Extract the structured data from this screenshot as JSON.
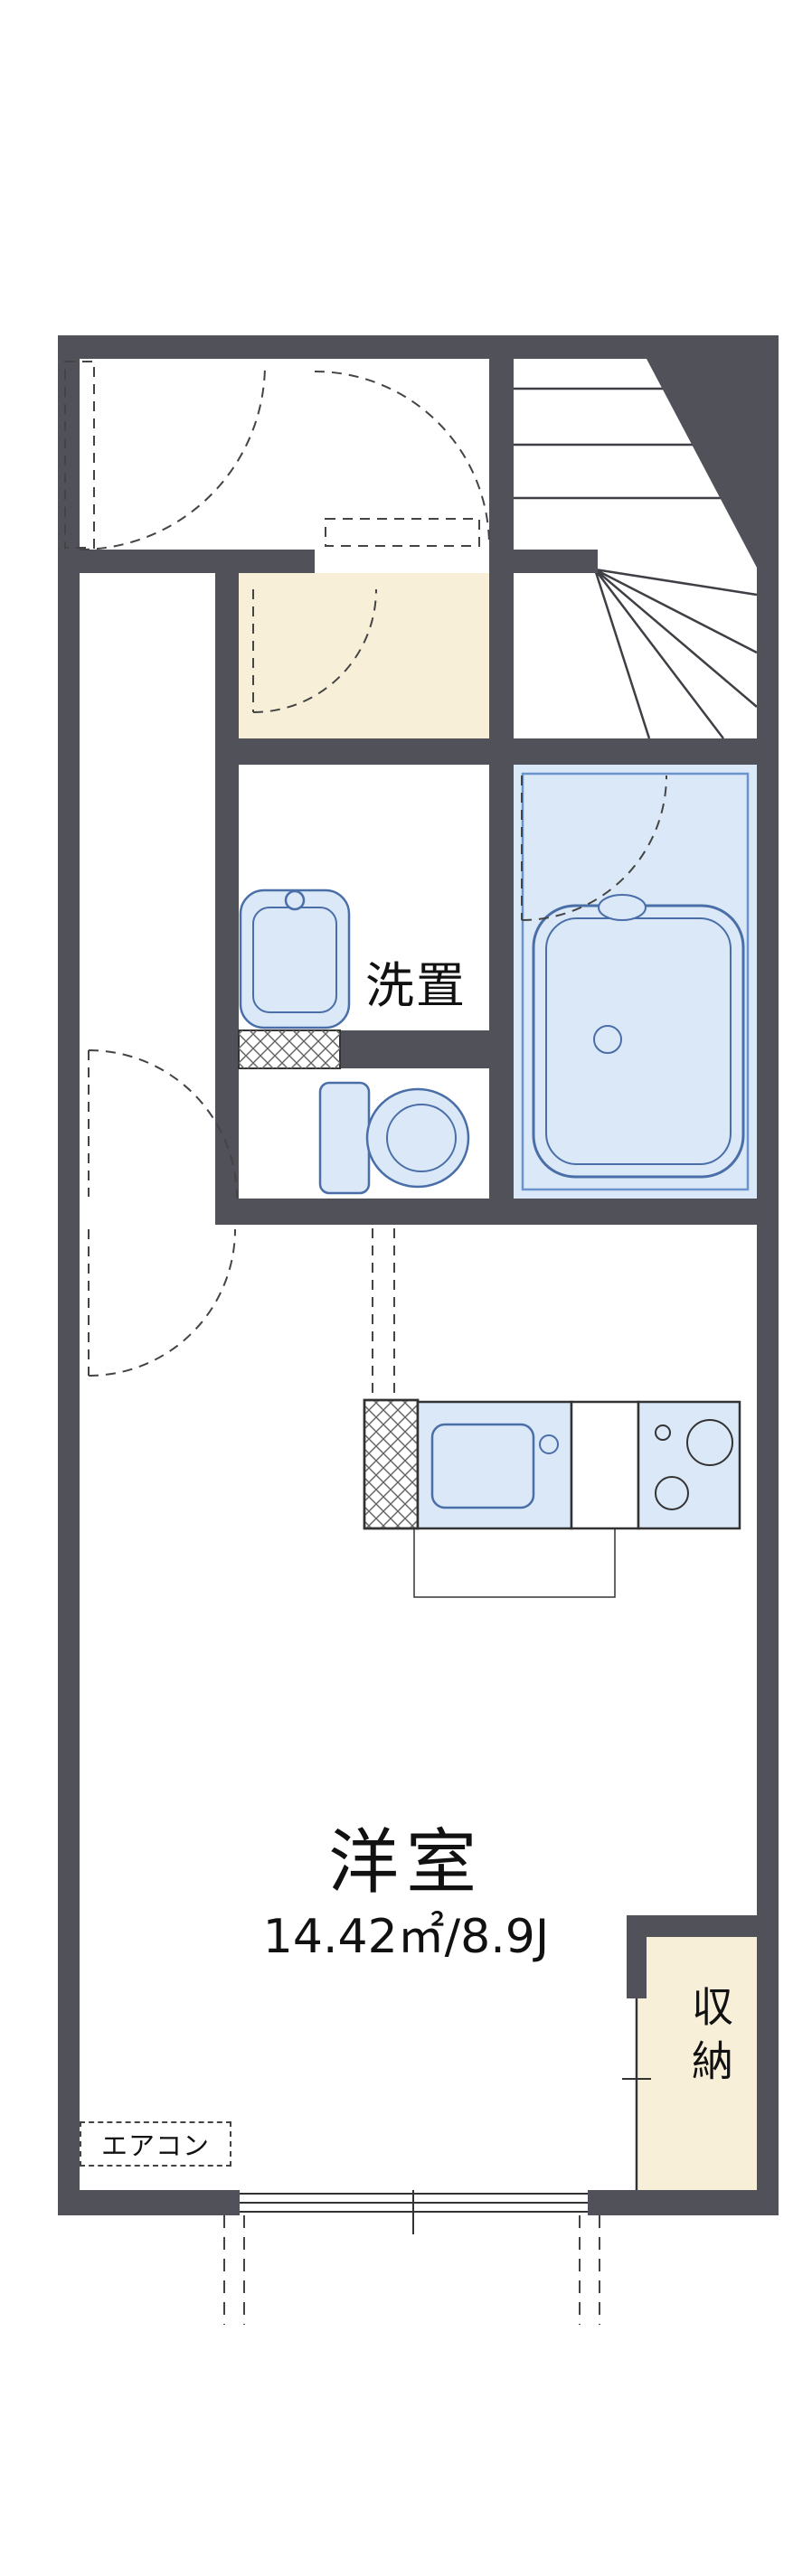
{
  "floorplan": {
    "type": "apartment-floor-plan",
    "labels": {
      "laundry": "洗置",
      "closet": "収納",
      "aircon": "エアコン"
    },
    "main_room": {
      "name": "洋室",
      "area": "14.42㎡/8.9J"
    },
    "fixtures": [
      "staircase",
      "entrance-hall",
      "bathroom",
      "bathtub",
      "washbasin",
      "washing-machine-space",
      "toilet",
      "kitchen-sink",
      "stove",
      "refrigerator-space",
      "closet",
      "window",
      "air-conditioner"
    ],
    "colors": {
      "wall": "#515159",
      "fixture_fill": "#dbe8f8",
      "fixture_stroke": "#4a6fa8",
      "cream": "#f8efd8",
      "line": "#333333"
    }
  }
}
